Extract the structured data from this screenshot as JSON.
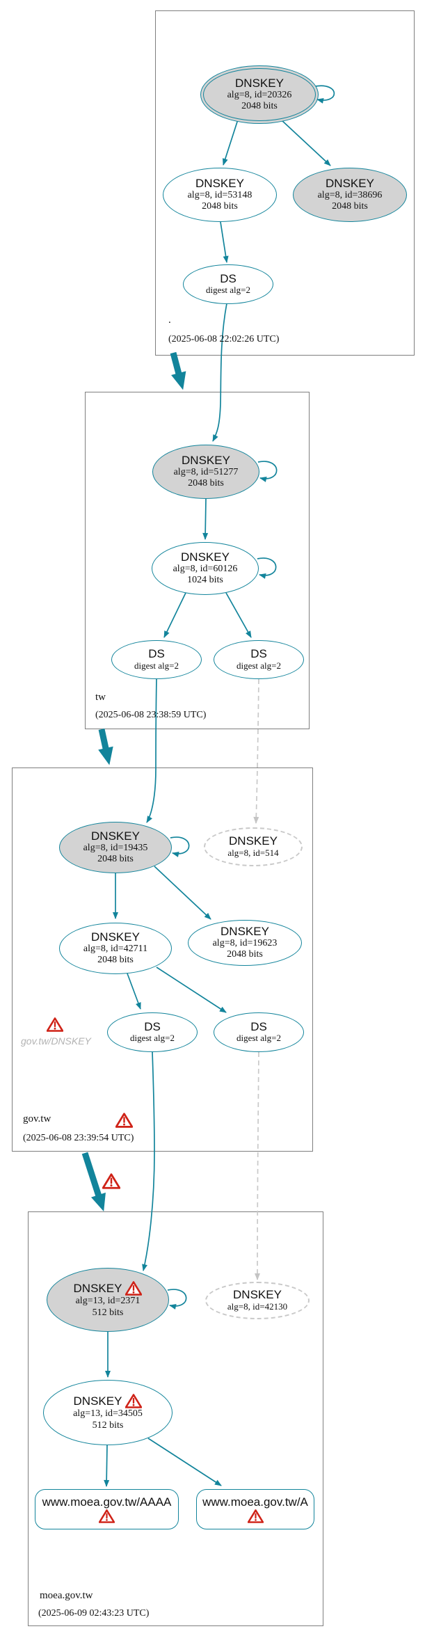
{
  "diagram_type": "dnssec-authentication-chain",
  "colors": {
    "secure_edge": "#12849b",
    "key_fill_gray": "#d3d3d3",
    "ghost_dashed": "#c9c9c9",
    "warning_red": "#cf2217",
    "panel_border": "#7e7e7e"
  },
  "zones": [
    {
      "name": ".",
      "timestamp": "(2025-06-08 22:02:26 UTC)",
      "nodes": {
        "ksk": {
          "title": "DNSKEY",
          "detail": "alg=8, id=20326",
          "bits": "2048 bits"
        },
        "zsk": {
          "title": "DNSKEY",
          "detail": "alg=8, id=53148",
          "bits": "2048 bits"
        },
        "key2": {
          "title": "DNSKEY",
          "detail": "alg=8, id=38696",
          "bits": "2048 bits"
        },
        "ds": {
          "title": "DS",
          "detail": "digest alg=2"
        }
      }
    },
    {
      "name": "tw",
      "timestamp": "(2025-06-08 23:38:59 UTC)",
      "nodes": {
        "ksk": {
          "title": "DNSKEY",
          "detail": "alg=8, id=51277",
          "bits": "2048 bits"
        },
        "zsk": {
          "title": "DNSKEY",
          "detail": "alg=8, id=60126",
          "bits": "1024 bits"
        },
        "ds1": {
          "title": "DS",
          "detail": "digest alg=2"
        },
        "ds2": {
          "title": "DS",
          "detail": "digest alg=2"
        }
      }
    },
    {
      "name": "gov.tw",
      "timestamp": "(2025-06-08 23:39:54 UTC)",
      "warning_label": "gov.tw/DNSKEY",
      "nodes": {
        "ksk": {
          "title": "DNSKEY",
          "detail": "alg=8, id=19435",
          "bits": "2048 bits"
        },
        "ghost": {
          "title": "DNSKEY",
          "detail": "alg=8, id=514"
        },
        "zsk": {
          "title": "DNSKEY",
          "detail": "alg=8, id=42711",
          "bits": "2048 bits"
        },
        "key2": {
          "title": "DNSKEY",
          "detail": "alg=8, id=19623",
          "bits": "2048 bits"
        },
        "ds1": {
          "title": "DS",
          "detail": "digest alg=2"
        },
        "ds2": {
          "title": "DS",
          "detail": "digest alg=2"
        }
      }
    },
    {
      "name": "moea.gov.tw",
      "timestamp": "(2025-06-09 02:43:23 UTC)",
      "nodes": {
        "ksk": {
          "title": "DNSKEY",
          "detail": "alg=13, id=2371",
          "bits": "512 bits"
        },
        "ghost": {
          "title": "DNSKEY",
          "detail": "alg=8, id=42130"
        },
        "zsk": {
          "title": "DNSKEY",
          "detail": "alg=13, id=34505",
          "bits": "512 bits"
        },
        "rr_aaaa": {
          "label": "www.moea.gov.tw/AAAA"
        },
        "rr_a": {
          "label": "www.moea.gov.tw/A"
        }
      }
    }
  ]
}
